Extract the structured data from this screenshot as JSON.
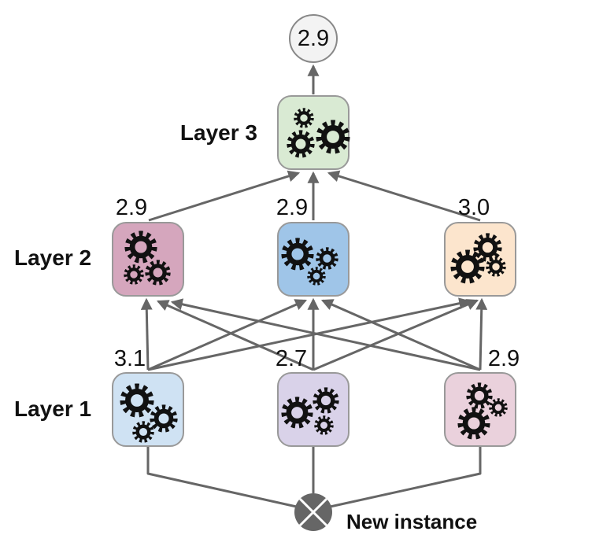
{
  "diagram": {
    "output_node": {
      "value": "2.9"
    },
    "layers": [
      {
        "label": "Layer 3",
        "boxes": [
          {
            "color": "#d9ead3"
          }
        ]
      },
      {
        "label": "Layer 2",
        "boxes": [
          {
            "value": "2.9",
            "color": "#d5a6bd"
          },
          {
            "value": "2.9",
            "color": "#9fc5e8"
          },
          {
            "value": "3.0",
            "color": "#fce5cd"
          }
        ]
      },
      {
        "label": "Layer 1",
        "boxes": [
          {
            "value": "3.1",
            "color": "#cfe2f3"
          },
          {
            "value": "2.7",
            "color": "#d9d2e9"
          },
          {
            "value": "2.9",
            "color": "#ead1dc"
          }
        ]
      }
    ],
    "new_instance": {
      "label": "New instance"
    },
    "colors": {
      "connector": "#666666",
      "box_border": "#999999",
      "output_fill": "#f3f3f3",
      "instance_fill": "#666666",
      "gear": "#111111"
    }
  }
}
